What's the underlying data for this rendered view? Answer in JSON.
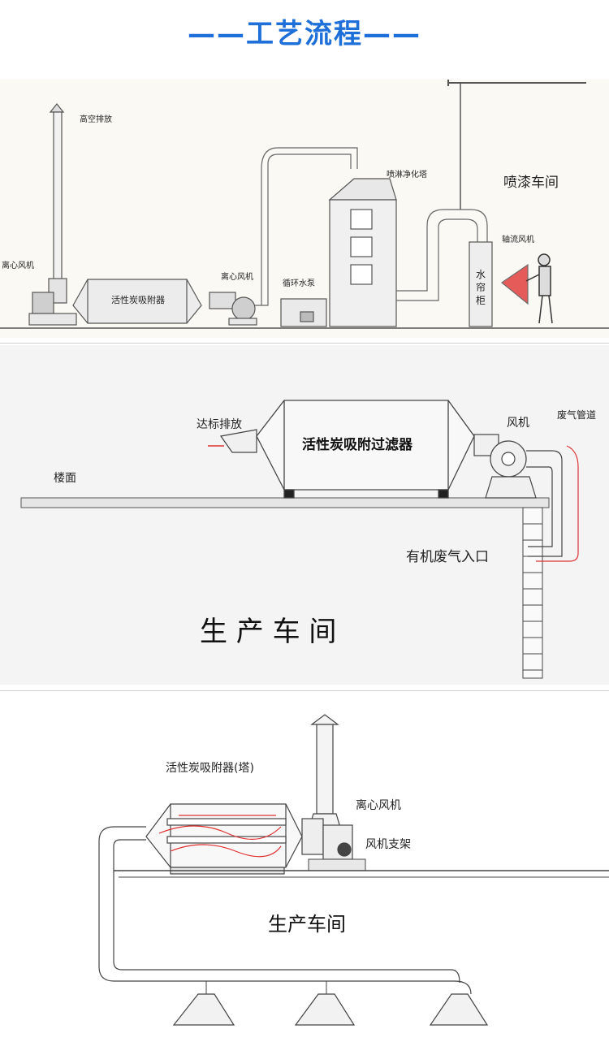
{
  "title": "——工艺流程——",
  "diagram1": {
    "labels": {
      "high_exhaust": "高空排放",
      "centrifugal_fan_left": "离心风机",
      "carbon_adsorber": "活性炭吸附器",
      "centrifugal_fan_mid": "离心风机",
      "circulating_pump": "循环水泵",
      "spray_tower": "喷淋净化塔",
      "paint_workshop": "喷漆车间",
      "axial_fan": "轴流风机",
      "water_curtain": [
        "水",
        "帘",
        "柜"
      ]
    }
  },
  "diagram2": {
    "labels": {
      "discharge": "达标排放",
      "filter": "活性炭吸附过滤器",
      "fan": "风机",
      "waste_duct": "废气管道",
      "floor": "楼面",
      "inlet": "有机废气入口",
      "workshop": "生 产 车  间"
    }
  },
  "diagram3": {
    "labels": {
      "adsorber": "活性炭吸附器(塔)",
      "centrifugal_fan": "离心风机",
      "fan_bracket": "风机支架",
      "workshop": "生产车间"
    }
  }
}
